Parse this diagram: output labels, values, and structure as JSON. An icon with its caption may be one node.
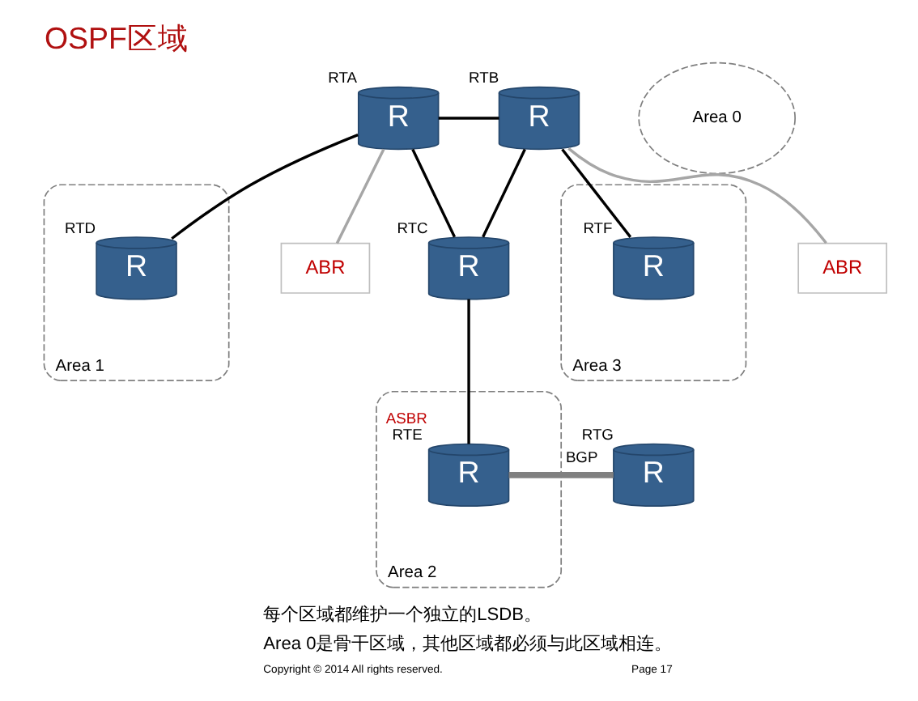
{
  "diagram": {
    "title": "OSPF区域",
    "nodes": [
      {
        "text": [
          "R"
        ],
        "beside": [
          "RTA"
        ]
      },
      {
        "text": [
          "Area 0"
        ]
      },
      {
        "text": [
          "R"
        ],
        "beside": [
          "RTB"
        ]
      },
      {
        "text": [
          "Area 1"
        ]
      },
      {
        "text": [
          "Area 3"
        ]
      },
      {
        "text": [
          "R"
        ],
        "beside": [
          "RTD"
        ],
        "in": 3
      },
      {
        "text": [
          "R"
        ],
        "beside": [
          "RTF"
        ],
        "in": 4
      },
      {
        "text": [
          "R"
        ],
        "beside": [
          "RTC"
        ]
      },
      {
        "text": [
          "ABR"
        ]
      },
      {
        "text": [
          "ABR"
        ]
      },
      {
        "text": [
          "R"
        ],
        "beside": [
          "RTG"
        ]
      },
      {
        "text": [
          "Area 2"
        ]
      },
      {
        "text": [
          "R"
        ],
        "beside": [
          "ASBR",
          "RTE"
        ],
        "in": 11
      }
    ],
    "edges": [
      {
        "from": 0,
        "to": 2,
        "arrow": "none"
      },
      {
        "from": 0,
        "to": 5,
        "arrow": "none"
      },
      {
        "from": 0,
        "to": 7,
        "arrow": "none"
      },
      {
        "from": 2,
        "to": 7,
        "arrow": "none"
      },
      {
        "from": 2,
        "to": 6,
        "arrow": "none"
      },
      {
        "from": 7,
        "to": 12,
        "arrow": "none"
      },
      {
        "from": 12,
        "to": 10,
        "arrow": "none",
        "label": "BGP",
        "style": "thick",
        "color": "#808080"
      },
      {
        "from": 8,
        "to": 0,
        "arrow": "none",
        "color": "#a6a6a6"
      },
      {
        "from": 9,
        "to": 2,
        "arrow": "none",
        "color": "#a6a6a6"
      }
    ],
    "labels": [
      "每个区域都维护一个独立的LSDB。",
      "Area 0是骨干区域，其他区域都必须与此区域相连。",
      "Copyright © 2014 All rights reserved.",
      "Page 17"
    ]
  }
}
